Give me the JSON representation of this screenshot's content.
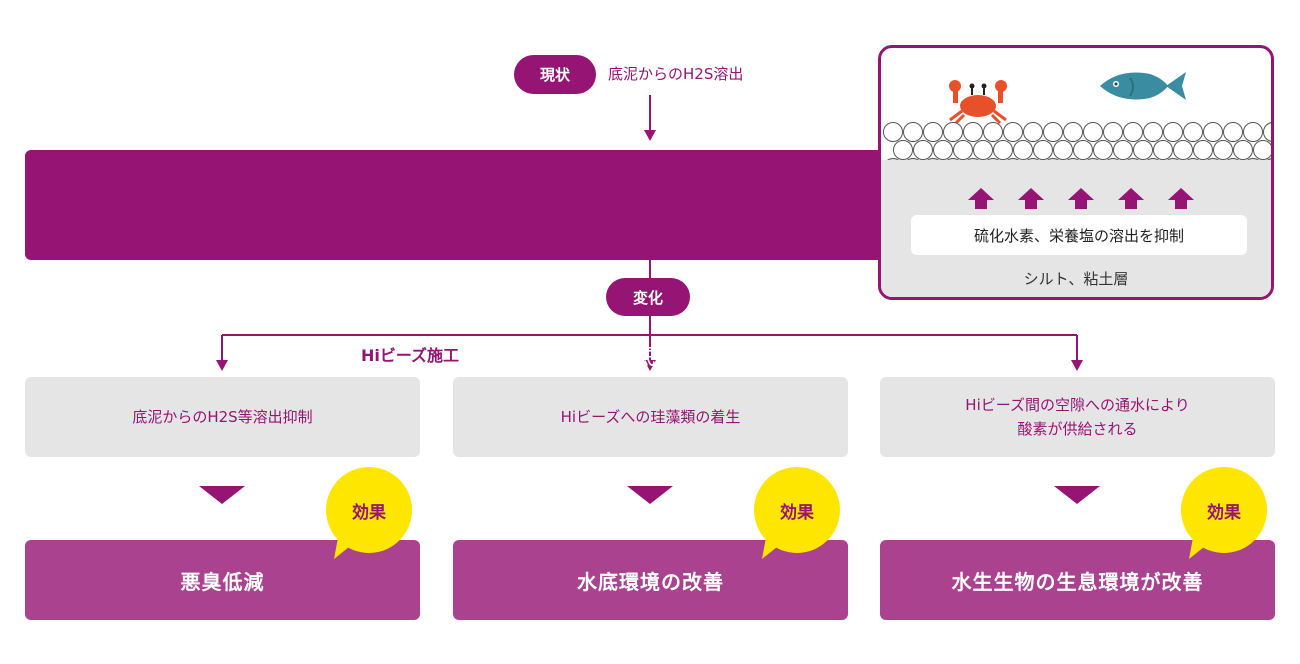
{
  "current": {
    "badge": "現状",
    "text": "底泥からのH2S溶出"
  },
  "method": {
    "badge": "Hiビーズ施工",
    "title": "Hiビーズで底泥にフタをする"
  },
  "panel": {
    "effect": "硫化水素、栄養塩の溶出を抑制",
    "layer": "シルト、粘土層",
    "icons": [
      "crab-icon",
      "fish-icon"
    ]
  },
  "change": {
    "badge": "変化"
  },
  "changes": [
    {
      "lines": [
        "底泥からのH2S等溶出抑制"
      ]
    },
    {
      "lines": [
        "Hiビーズへの珪藻類の着生"
      ]
    },
    {
      "lines": [
        "Hiビーズ間の空隙への通水により",
        "酸素が供給される"
      ]
    }
  ],
  "effect_label": "効果",
  "results": [
    {
      "label": "悪臭低減"
    },
    {
      "label": "水底環境の改善"
    },
    {
      "label": "水生生物の生息環境が改善"
    }
  ],
  "colors": {
    "primary": "#951474",
    "result": "#aa428f",
    "bubble": "#ffe600",
    "panel_gray": "#e5e5e5"
  }
}
